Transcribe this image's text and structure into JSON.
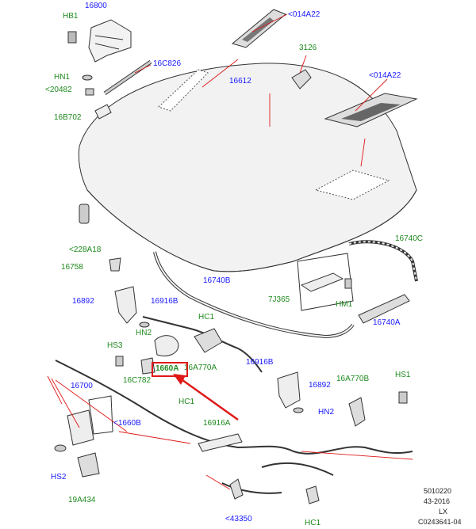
{
  "colors": {
    "blue_label": "#1a1aff",
    "green_label": "#1e8a1e",
    "leader": "#e01818",
    "line": "#333333",
    "part_fill": "#f2f2f2"
  },
  "labels": {
    "l16800": "16800",
    "hb1": "HB1",
    "l014a22_top": "<014A22",
    "l3126": "3126",
    "l16c826": "16C826",
    "hn1": "HN1",
    "l20482": "<20482",
    "l16612": "16612",
    "l014a22_right": "<014A22",
    "l16b702": "16B702",
    "l228a18": "<228A18",
    "l16740c": "16740C",
    "l16758": "16758",
    "l16740b": "16740B",
    "l7j365": "7J365",
    "hm1": "HM1",
    "l16892_left": "16892",
    "l16916b_top": "16916B",
    "hc1_top": "HC1",
    "l16740a": "16740A",
    "hn2_left": "HN2",
    "hs3": "HS3",
    "l16a770a": "16A770A",
    "l16916b_right": "16916B",
    "l1660a": "1660A",
    "l16c782": "16C782",
    "l16892_right": "16892",
    "l16a770b": "16A770B",
    "hs1": "HS1",
    "l16700": "16700",
    "hc1_mid": "HC1",
    "hn2_right": "HN2",
    "l1660b": "<1660B",
    "l16916a": "16916A",
    "hs2": "HS2",
    "l19a434": "19A434",
    "l43350": "<43350",
    "hc1_bottom": "HC1"
  },
  "footer": {
    "line1": "5010220",
    "line2": "43-2016",
    "line3": "LX",
    "line4": "C0243641-04"
  }
}
